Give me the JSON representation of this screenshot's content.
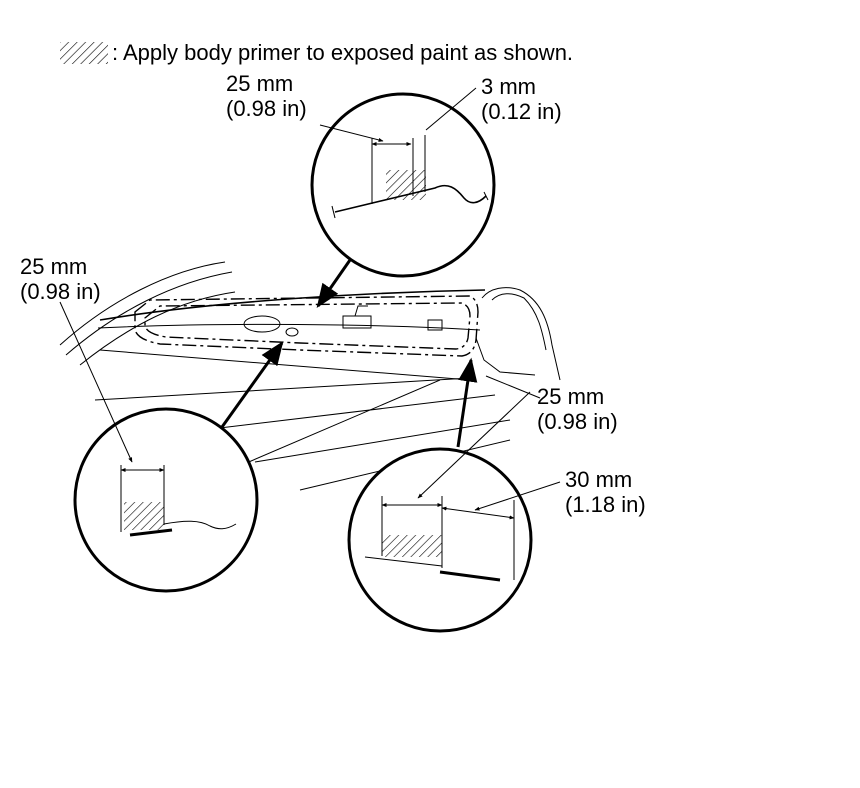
{
  "legend": {
    "text": ": Apply body primer to exposed paint as shown."
  },
  "callouts": {
    "top_left": {
      "mm": "25 mm",
      "inch": "(0.98 in)"
    },
    "top_right": {
      "mm": "3 mm",
      "inch": "(0.12 in)"
    },
    "left": {
      "mm": "25 mm",
      "inch": "(0.98 in)"
    },
    "right_upper": {
      "mm": "25 mm",
      "inch": "(0.98 in)"
    },
    "right_lower": {
      "mm": "30 mm",
      "inch": "(1.18 in)"
    }
  },
  "icons": [
    "hatch-legend-icon",
    "arrow-icon",
    "detail-circle"
  ],
  "colors": {
    "ink": "#000000",
    "background": "#ffffff"
  }
}
